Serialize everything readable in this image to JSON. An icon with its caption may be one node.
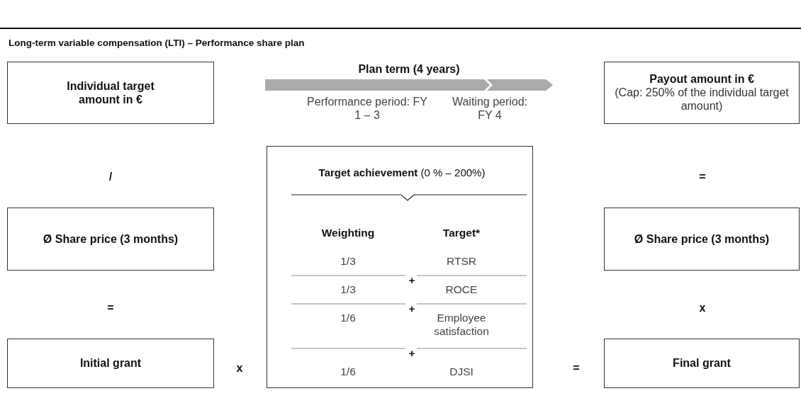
{
  "diagram": {
    "title": "Long-term variable compensation (LTI) – Performance share plan",
    "nodes": [
      {
        "text": [
          "Individual target amount in €"
        ]
      },
      {
        "text": [
          "Ø Share price (3 months)"
        ]
      },
      {
        "text": [
          "Initial grant"
        ]
      },
      {
        "text": [
          "**Target achievement** (0 % – 200%)",
          "Weighting",
          "Target*",
          "1/3",
          "RTSR",
          "1/3",
          "ROCE",
          "1/6",
          "Employee satisfaction",
          "1/6",
          "DJSI",
          "+",
          "+",
          "+"
        ]
      },
      {
        "text": [
          "Payout amount in €",
          "(Cap: 250% of the individual target amount)"
        ]
      },
      {
        "text": [
          "Ø Share price (3 months)"
        ]
      },
      {
        "text": [
          "Final grant"
        ]
      }
    ],
    "labels": [
      "Plan term (4 years)",
      "Performance period: FY 1 – 3",
      "Waiting period: FY 4",
      "/",
      "=",
      "=",
      "x",
      "x",
      "="
    ]
  }
}
